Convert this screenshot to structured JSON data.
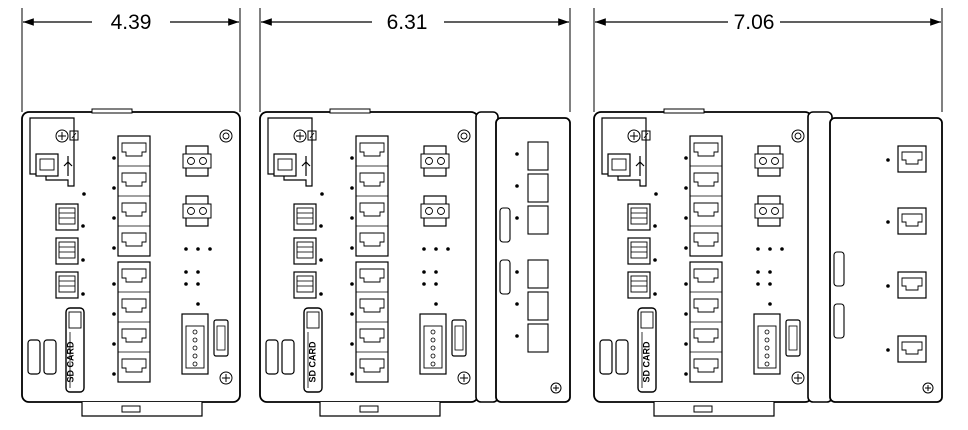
{
  "drawing": {
    "dimensions": [
      {
        "label": "4.39"
      },
      {
        "label": "6.31"
      },
      {
        "label": "7.06"
      }
    ],
    "sd_card_label": "SD CARD",
    "line_color": "#000000",
    "fill_color": "#ffffff"
  }
}
